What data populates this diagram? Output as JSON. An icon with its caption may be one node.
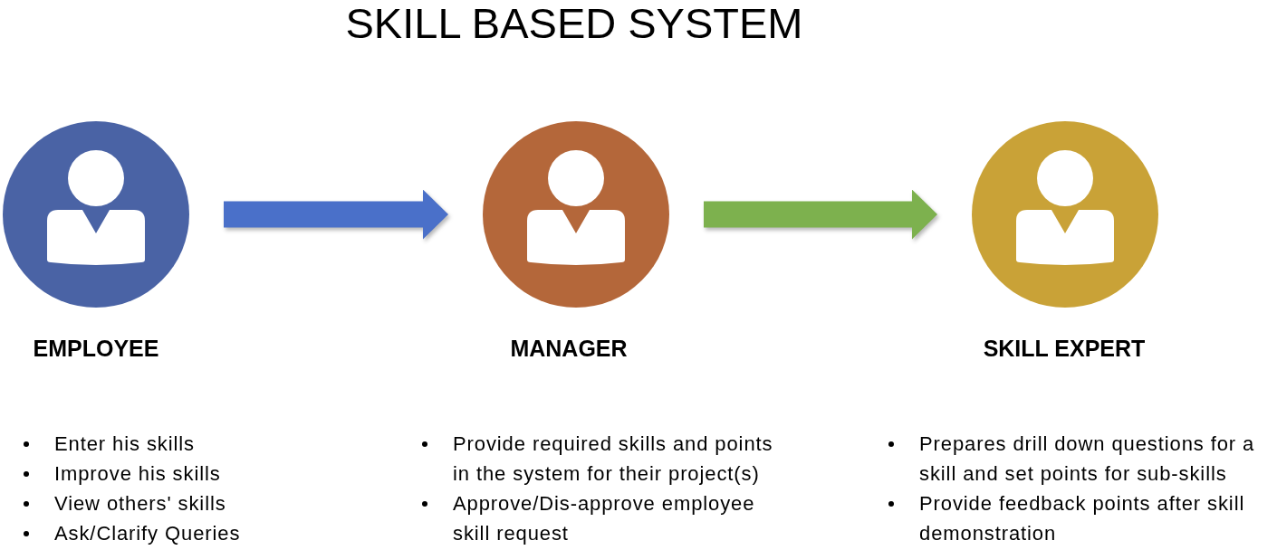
{
  "diagram": {
    "title": "SKILL BASED SYSTEM",
    "nodes": [
      {
        "text": [
          "EMPLOYEE"
        ],
        "beside": [
          "Enter his skills",
          "Improve his skills",
          "View others' skills",
          "Ask/Clarify Queries"
        ]
      },
      {
        "text": [
          "MANAGER"
        ],
        "beside": [
          "Provide required skills and points in the system for their project(s)",
          "Approve/Dis-approve employee skill request"
        ]
      },
      {
        "text": [
          "SKILL EXPERT"
        ],
        "beside": [
          "Prepares drill down questions for a skill and set points for sub-skills",
          "Provide feedback points after skill demonstration"
        ]
      }
    ],
    "edges": [
      {
        "from": 0,
        "to": 1,
        "arrow": "to",
        "color": "#4a70c9"
      },
      {
        "from": 1,
        "to": 2,
        "arrow": "to",
        "color": "#7db14e"
      }
    ]
  }
}
